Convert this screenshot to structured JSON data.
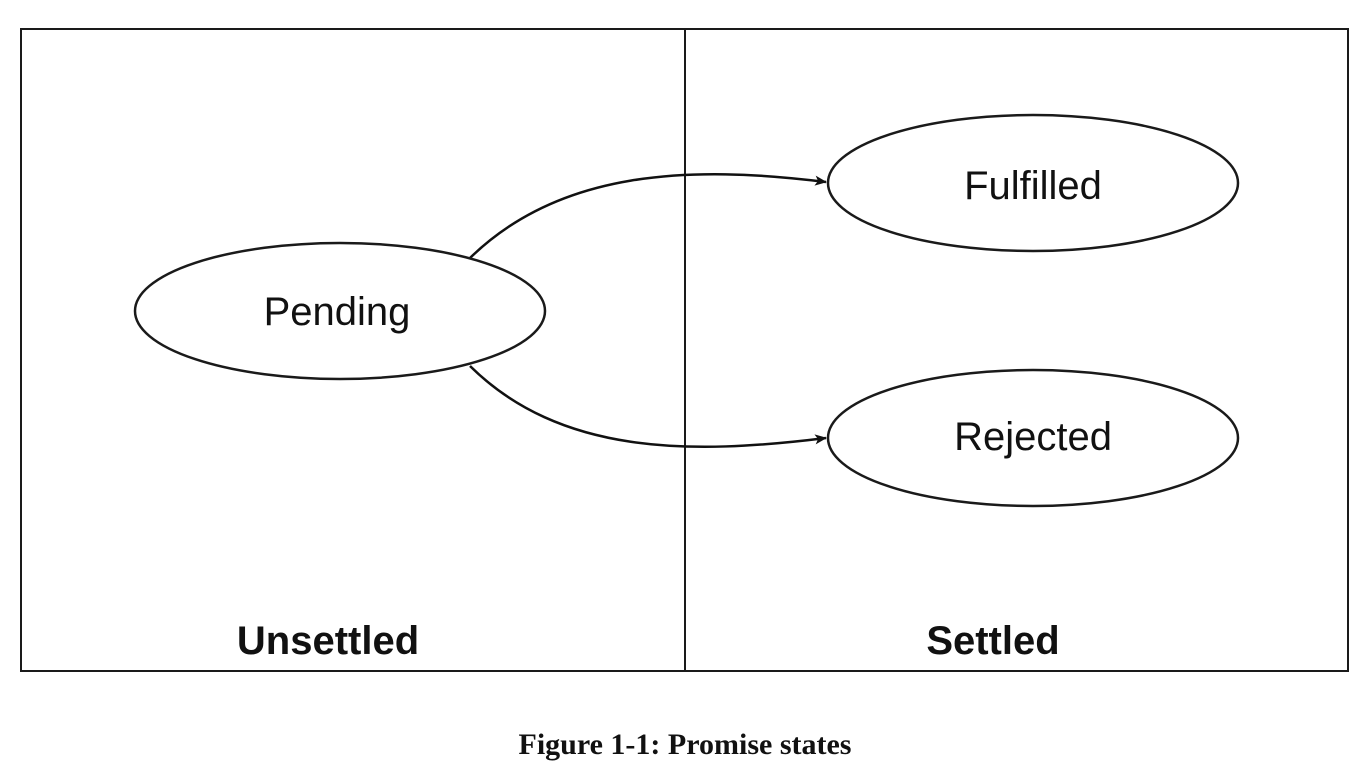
{
  "regions": {
    "unsettled": "Unsettled",
    "settled": "Settled"
  },
  "states": {
    "pending": "Pending",
    "fulfilled": "Fulfilled",
    "rejected": "Rejected"
  },
  "caption": "Figure 1-1: Promise states"
}
